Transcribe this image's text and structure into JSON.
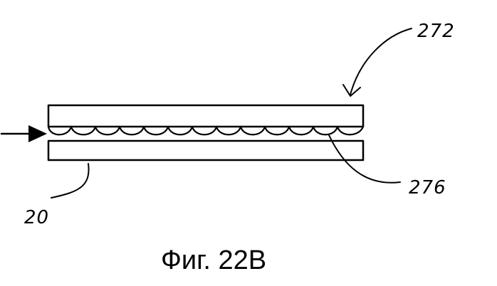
{
  "figure": {
    "caption": "Фиг. 22B",
    "labels": {
      "top_layer": "272",
      "lens_array": "276",
      "bottom_layer": "20"
    }
  }
}
